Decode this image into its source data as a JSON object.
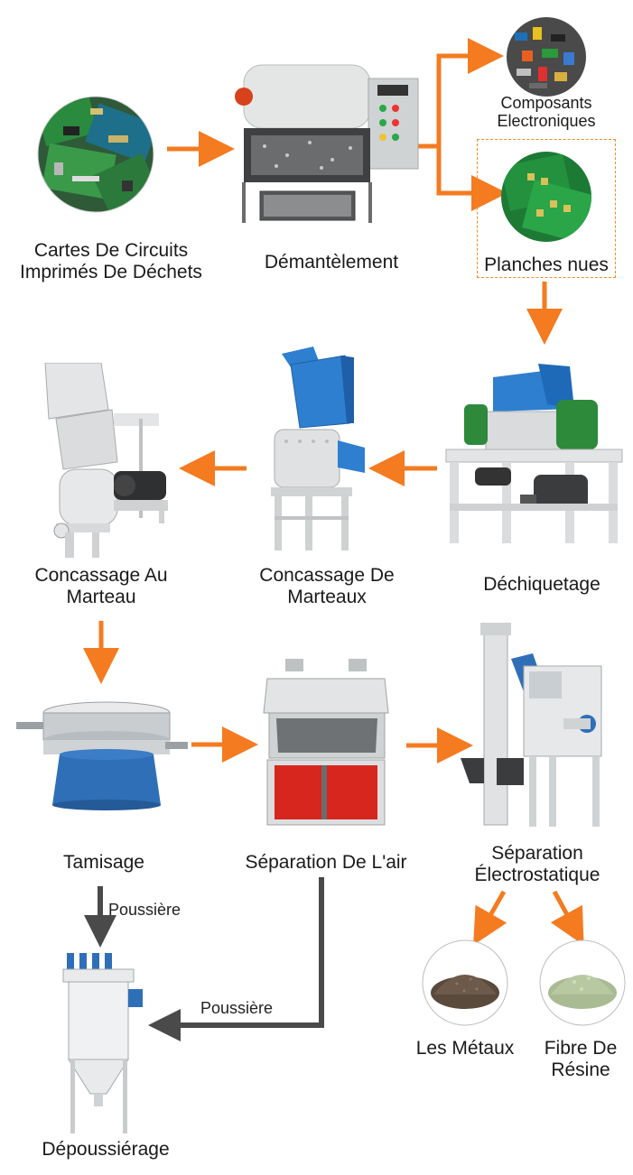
{
  "colors": {
    "arrow_orange": "#f47b20",
    "arrow_gray": "#4a4a4a",
    "machine_blue": "#2f6fb8",
    "machine_gray": "#d9dbdc",
    "pcb_green": "#1f8a3a"
  },
  "steps": {
    "waste_pcb": "Cartes De Circuits\nImprimés De Déchets",
    "dismantling": "Démantèlement",
    "components": "Composants\nElectroniques",
    "bare_boards": "Planches nues",
    "shredding": "Déchiquetage",
    "hammer_crushing_de": "Concassage De\nMarteaux",
    "hammer_crushing_au": "Concassage Au\nMarteau",
    "sieving": "Tamisage",
    "air_separation": "Séparation De L'air",
    "electrostatic": "Séparation\nÉlectrostatique",
    "metals": "Les Métaux",
    "resin_fiber": "Fibre De\nRésine",
    "dust_removal": "Dépoussiérage"
  },
  "flow_labels": {
    "dust_1": "Poussière",
    "dust_2": "Poussière"
  }
}
